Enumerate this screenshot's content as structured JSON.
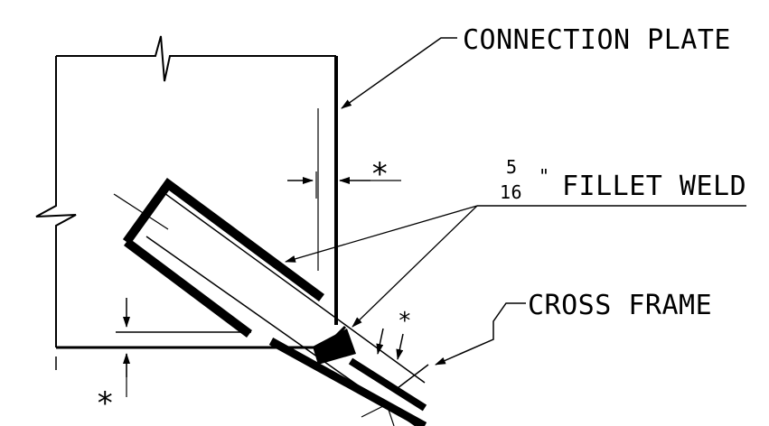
{
  "labels": {
    "connection_plate": "CONNECTION PLATE",
    "fillet_numerator": "5",
    "fillet_denominator": "16",
    "fillet_inch": "\"",
    "fillet_weld": "FILLET WELD",
    "cross_frame": "CROSS FRAME",
    "star_symbol": "*"
  },
  "colors": {
    "ink": "#000000",
    "paper": "#ffffff"
  }
}
